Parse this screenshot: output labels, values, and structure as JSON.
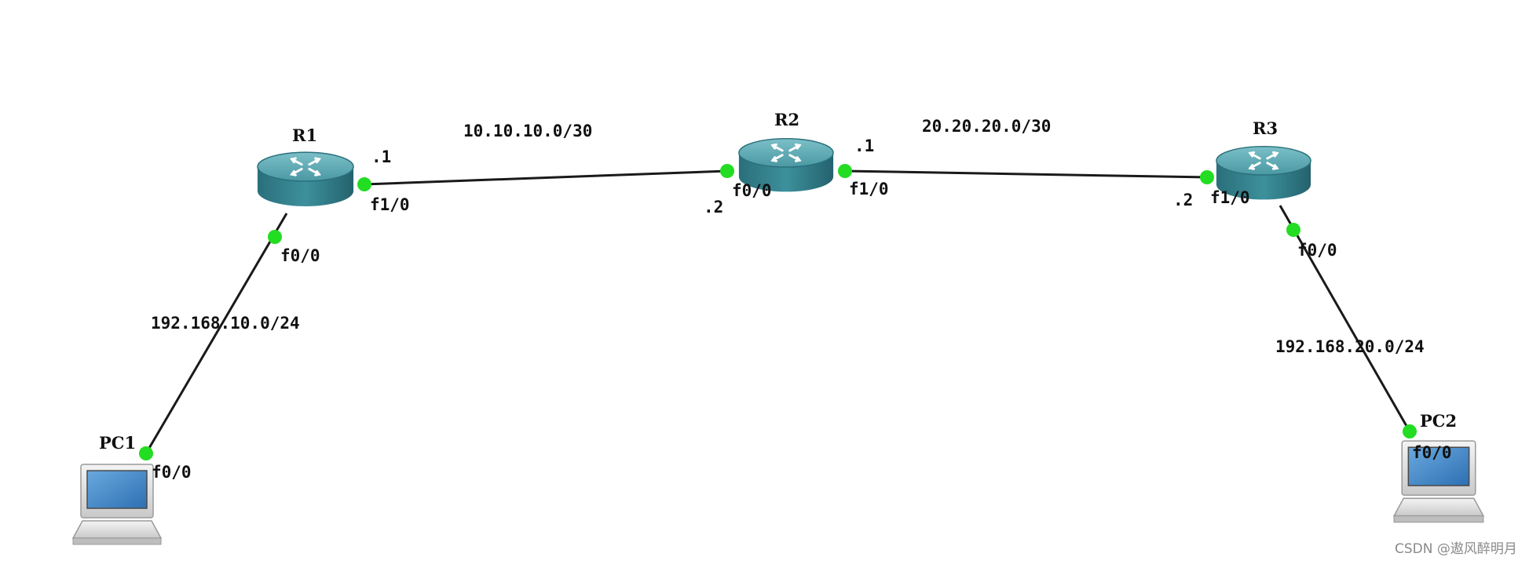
{
  "colors": {
    "router_body": "#2f7f8c",
    "router_top": "#5aa8b2",
    "link": "#1a1a1a",
    "port_status": "#22dd22",
    "pc_screen": "#3f86c9"
  },
  "devices": {
    "r1": {
      "name": "R1",
      "icon": "router-icon"
    },
    "r2": {
      "name": "R2",
      "icon": "router-icon"
    },
    "r3": {
      "name": "R3",
      "icon": "router-icon"
    },
    "pc1": {
      "name": "PC1",
      "icon": "pc-icon"
    },
    "pc2": {
      "name": "PC2",
      "icon": "pc-icon"
    }
  },
  "links": {
    "r1_r2": {
      "network": "10.10.10.0/30",
      "r1_port": "f1/0",
      "r1_host": ".1",
      "r2_port": "f0/0",
      "r2_host": ".2"
    },
    "r2_r3": {
      "network": "20.20.20.0/30",
      "r2_port": "f1/0",
      "r2_host": ".1",
      "r3_port": "f1/0",
      "r3_host": ".2"
    },
    "r1_pc1": {
      "network": "192.168.10.0/24",
      "r1_port": "f0/0",
      "pc1_port": "f0/0"
    },
    "r3_pc2": {
      "network": "192.168.20.0/24",
      "r3_port": "f0/0",
      "pc2_port": "f0/0"
    }
  },
  "watermark": "CSDN @遨风醉明月"
}
